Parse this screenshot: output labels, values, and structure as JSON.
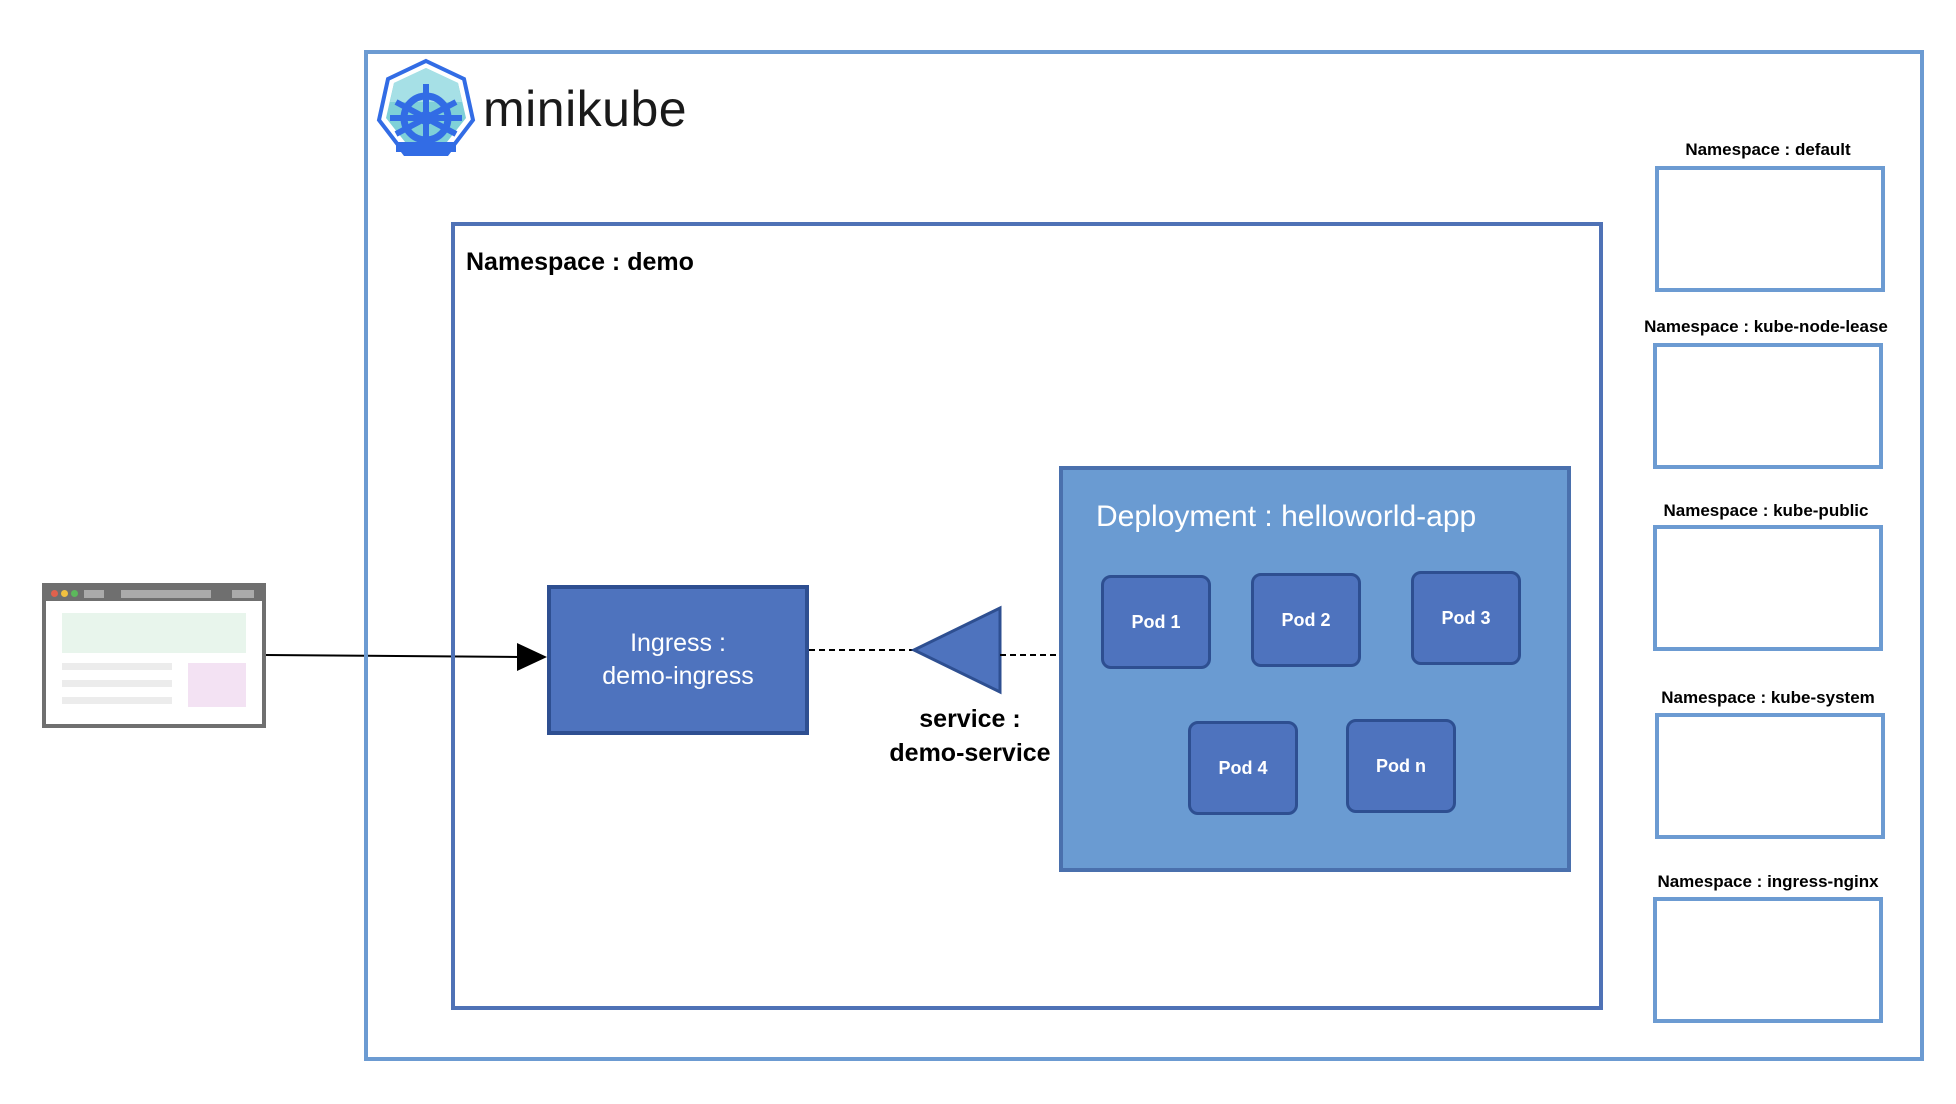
{
  "brand": "minikube",
  "demo_namespace": {
    "label": "Namespace : demo"
  },
  "ingress": {
    "line1": "Ingress :",
    "line2": "demo-ingress"
  },
  "service": {
    "line1": "service :",
    "line2": "demo-service"
  },
  "deployment": {
    "label": "Deployment : helloworld-app",
    "pods": [
      "Pod 1",
      "Pod 2",
      "Pod 3",
      "Pod 4",
      "Pod n"
    ]
  },
  "side_namespaces": [
    "Namespace : default",
    "Namespace : kube-node-lease",
    "Namespace : kube-public",
    "Namespace : kube-system",
    "Namespace : ingress-nginx"
  ],
  "colors": {
    "frame": "#6c9bd2",
    "ingress_fill": "#4e73be",
    "deployment_fill": "#6a9bd2",
    "pod_fill": "#4e73be",
    "logo": "#326ce5"
  }
}
